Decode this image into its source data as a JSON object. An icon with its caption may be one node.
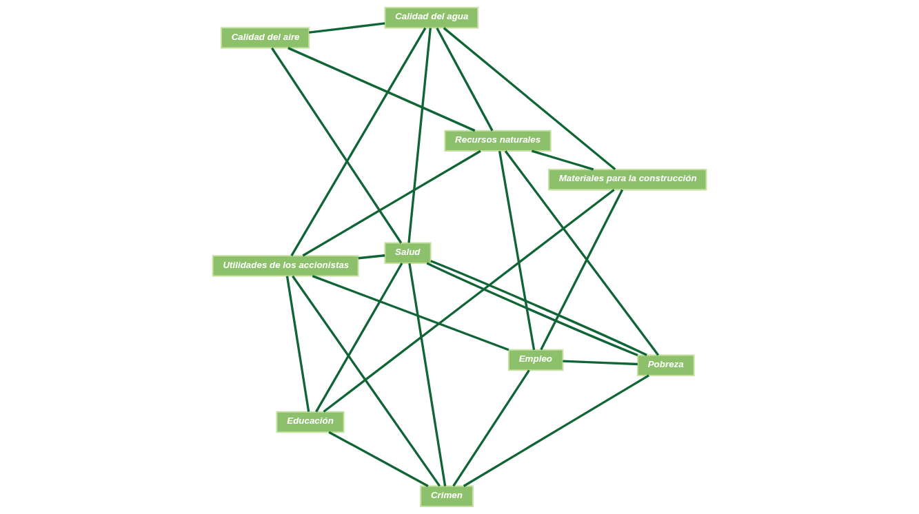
{
  "diagram": {
    "nodes": [
      {
        "text": [
          "Utilidades de los accionistas"
        ]
      },
      {
        "text": [
          "Calidad del agua"
        ]
      },
      {
        "text": [
          "Educación"
        ]
      },
      {
        "text": [
          "Calidad del aire"
        ]
      },
      {
        "text": [
          "Materiales para la construcción"
        ]
      },
      {
        "text": [
          "Salud"
        ]
      },
      {
        "text": [
          "Recursos naturales"
        ]
      },
      {
        "text": [
          "Pobreza"
        ]
      },
      {
        "text": [
          "Empleo"
        ]
      },
      {
        "text": [
          "Crimen"
        ]
      }
    ],
    "edges": [
      {
        "from": 0,
        "to": 1,
        "arrow": "none"
      },
      {
        "from": 1,
        "to": 3,
        "arrow": "none"
      },
      {
        "from": 3,
        "to": 6,
        "arrow": "none"
      },
      {
        "from": 6,
        "to": 8,
        "arrow": "none"
      },
      {
        "from": 8,
        "to": 9,
        "arrow": "none"
      },
      {
        "from": 9,
        "to": 7,
        "arrow": "none"
      },
      {
        "from": 7,
        "to": 5,
        "arrow": "none"
      },
      {
        "from": 5,
        "to": 2,
        "arrow": "none"
      },
      {
        "from": 2,
        "to": 0,
        "arrow": "none"
      },
      {
        "from": 0,
        "to": 6,
        "arrow": "none"
      },
      {
        "from": 0,
        "to": 8,
        "arrow": "none"
      },
      {
        "from": 0,
        "to": 9,
        "arrow": "none"
      },
      {
        "from": 0,
        "to": 5,
        "arrow": "none"
      },
      {
        "from": 1,
        "to": 5,
        "arrow": "none"
      },
      {
        "from": 1,
        "to": 4,
        "arrow": "none"
      },
      {
        "from": 1,
        "to": 6,
        "arrow": "none"
      },
      {
        "from": 3,
        "to": 5,
        "arrow": "none"
      },
      {
        "from": 2,
        "to": 4,
        "arrow": "none"
      },
      {
        "from": 2,
        "to": 9,
        "arrow": "none"
      },
      {
        "from": 4,
        "to": 6,
        "arrow": "none"
      },
      {
        "from": 4,
        "to": 8,
        "arrow": "none"
      },
      {
        "from": 5,
        "to": 9,
        "arrow": "none"
      },
      {
        "from": 5,
        "to": 7,
        "arrow": "none"
      },
      {
        "from": 6,
        "to": 7,
        "arrow": "none"
      },
      {
        "from": 7,
        "to": 8,
        "arrow": "none"
      }
    ]
  }
}
